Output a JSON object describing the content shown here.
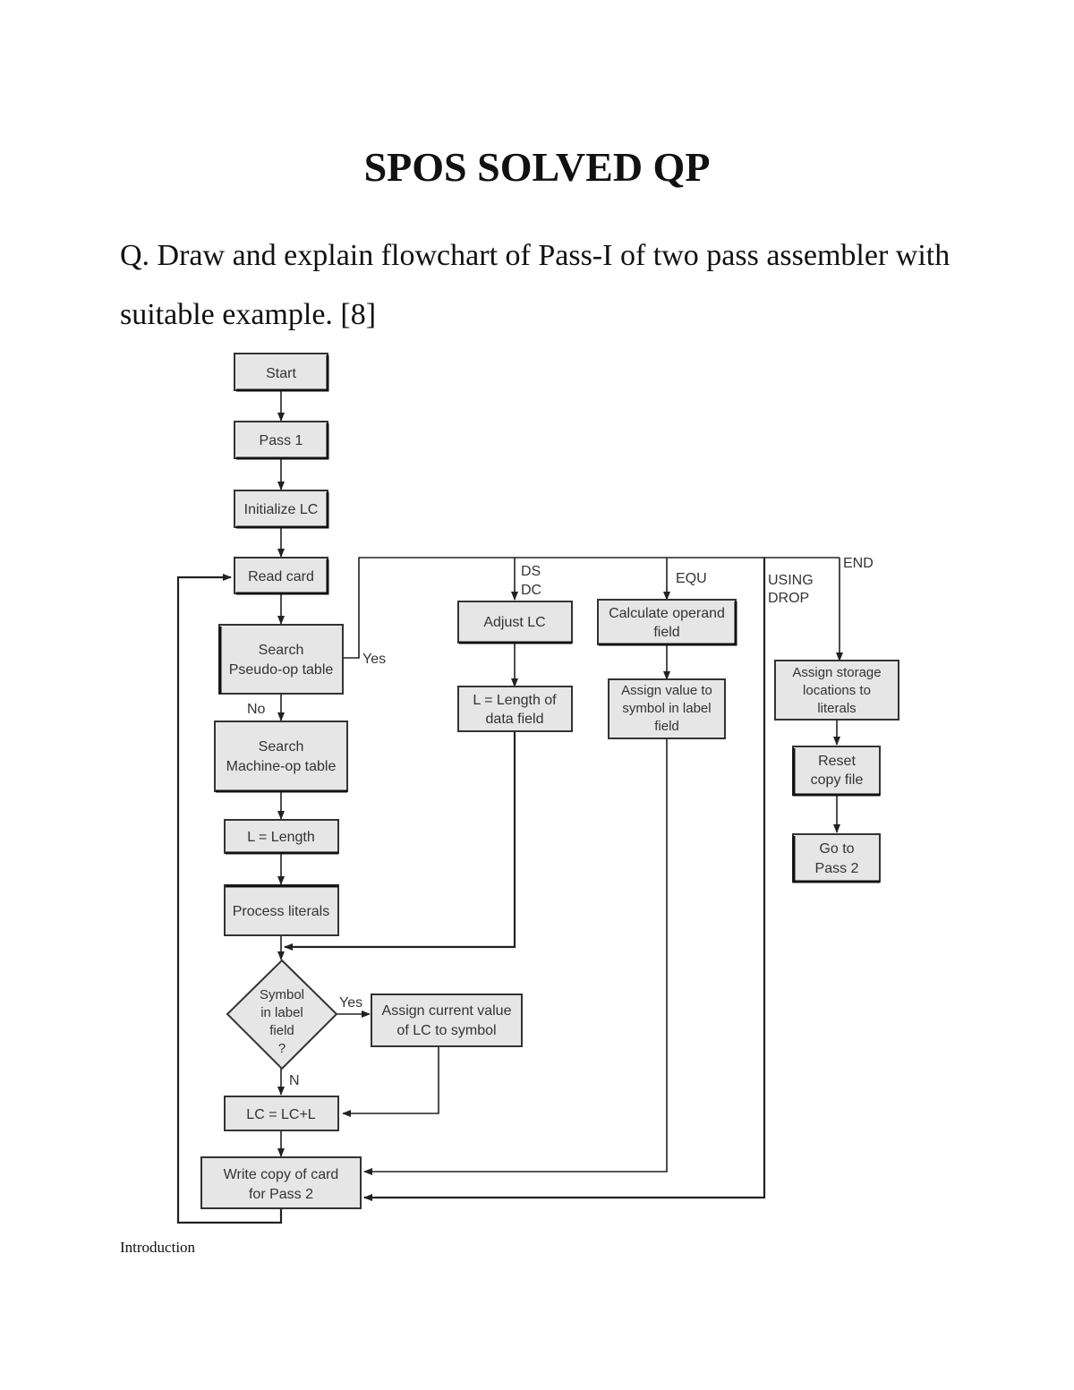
{
  "document": {
    "title": "SPOS SOLVED QP",
    "question_line1": "Q. Draw and explain flowchart of Pass-I of two pass assembler with",
    "question_line2": "suitable example. [8]",
    "footer": "Introduction"
  },
  "flowchart": {
    "nodes": {
      "start": "Start",
      "pass1": "Pass 1",
      "init_lc": "Initialize LC",
      "read_card": "Read card",
      "search_pseudo_1": "Search",
      "search_pseudo_2": "Pseudo-op table",
      "search_machine_1": "Search",
      "search_machine_2": "Machine-op table",
      "l_length": "L  = Length",
      "process_literals": "Process literals",
      "decision_1": "Symbol",
      "decision_2": "in label",
      "decision_3": "field",
      "decision_4": "?",
      "assign_lc_1": "Assign current value",
      "assign_lc_2": "of LC to symbol",
      "lc_update": "LC = LC+L",
      "write_copy_1": "Write copy of card",
      "write_copy_2": "for Pass 2",
      "adjust_lc": "Adjust LC",
      "l_data_1": "L = Length of",
      "l_data_2": "data field",
      "calc_operand_1": "Calculate operand",
      "calc_operand_2": "field",
      "assign_value_1": "Assign value to",
      "assign_value_2": "symbol in label",
      "assign_value_3": "field",
      "assign_storage_1": "Assign storage",
      "assign_storage_2": "locations to",
      "assign_storage_3": "literals",
      "reset_copy_1": "Reset",
      "reset_copy_2": "copy file",
      "goto_pass2_1": "Go to",
      "goto_pass2_2": "Pass 2"
    },
    "edge_labels": {
      "yes_pseudo": "Yes",
      "no_pseudo": "No",
      "ds": "DS",
      "dc": "DC",
      "equ": "EQU",
      "using": "USING",
      "drop": "DROP",
      "end": "END",
      "yes_symbol": "Yes",
      "n_symbol": "N"
    }
  }
}
